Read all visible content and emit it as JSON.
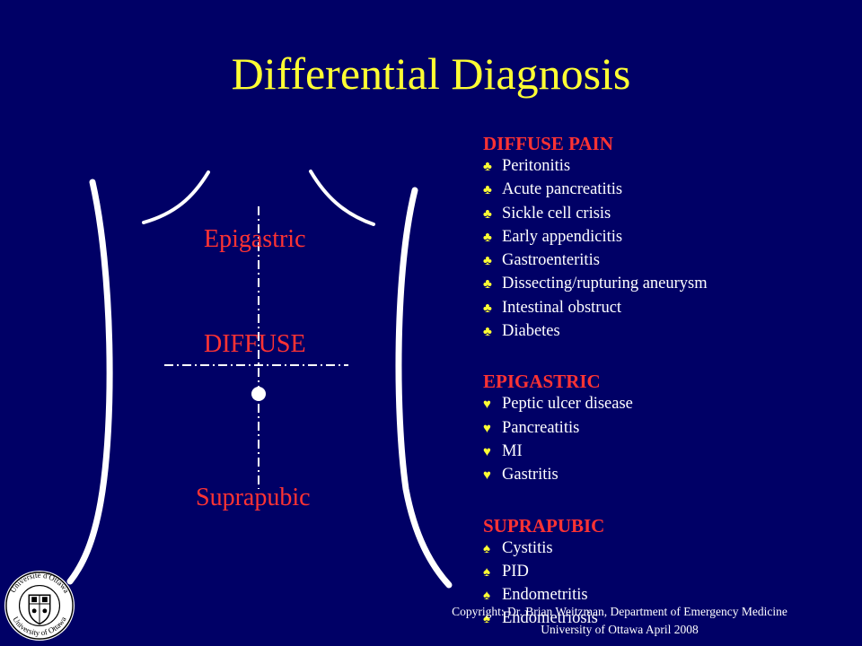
{
  "title": "Differential Diagnosis",
  "regions": {
    "epigastric": "Epigastric",
    "diffuse": "DIFFUSE",
    "suprapubic": "Suprapubic"
  },
  "sections": [
    {
      "heading": "DIFFUSE PAIN",
      "bullet": "♣",
      "bullet_icon": "club-icon",
      "items": [
        "Peritonitis",
        "Acute pancreatitis",
        "Sickle cell crisis",
        "Early appendicitis",
        "Gastroenteritis",
        "Dissecting/rupturing aneurysm",
        "Intestinal obstruct",
        "Diabetes"
      ]
    },
    {
      "heading": "EPIGASTRIC",
      "bullet": "♥",
      "bullet_icon": "heart-icon",
      "items": [
        "Peptic ulcer disease",
        "Pancreatitis",
        "MI",
        "Gastritis"
      ]
    },
    {
      "heading": "SUPRAPUBIC",
      "bullet": "♠",
      "bullet_icon": "spade-icon",
      "items": [
        "Cystitis",
        "PID",
        "Endometritis",
        "Endometriosis"
      ]
    }
  ],
  "copyright": {
    "line1": "Copyright: Dr. Brian Weitzman, Department of Emergency Medicine",
    "line2": "University of Ottawa April 2008"
  },
  "seal": {
    "top_text": "Université d'Ottawa",
    "bottom_text": "University of Ottawa"
  },
  "colors": {
    "background": "#000066",
    "title": "#ffff33",
    "heading": "#ff3333",
    "text": "#ffffff"
  }
}
